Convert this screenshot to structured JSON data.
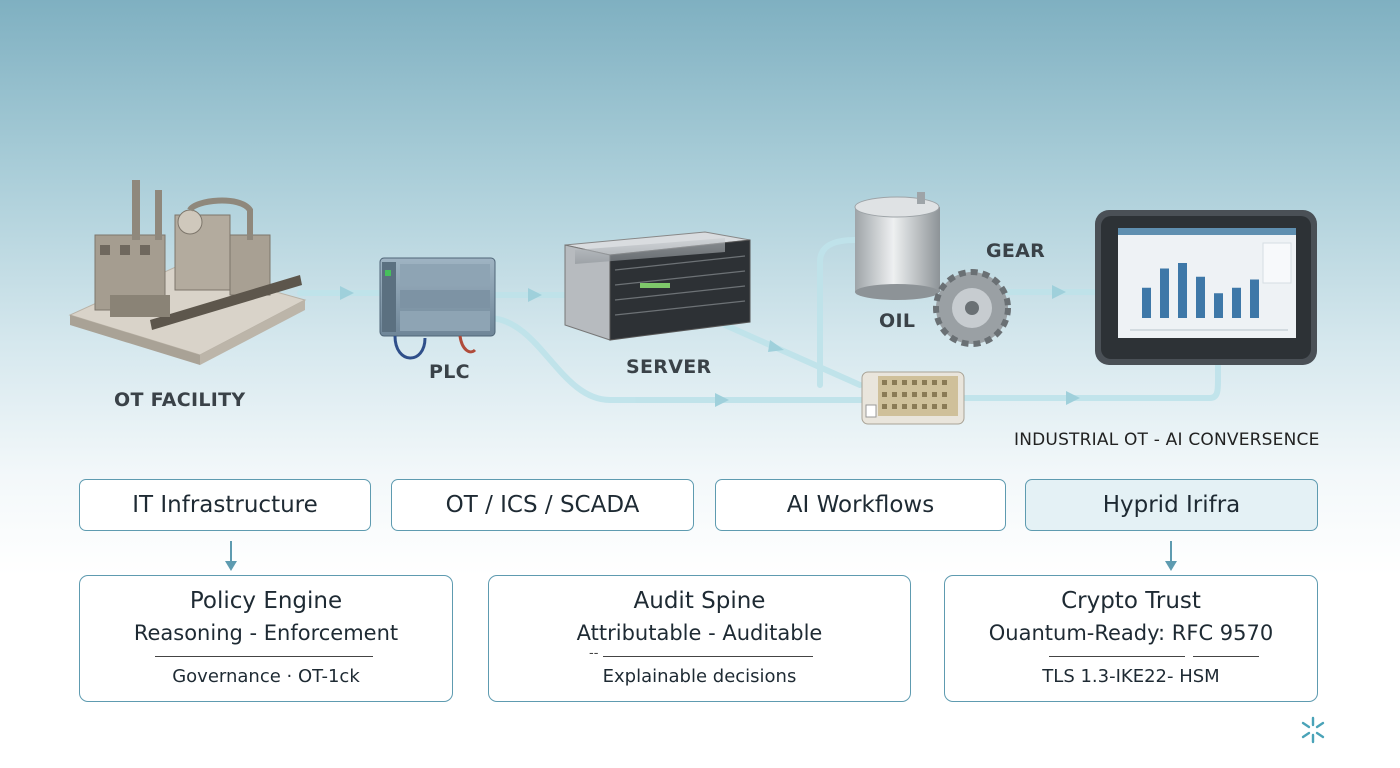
{
  "diagram": {
    "nodes": {
      "ot_facility": "OT FACILITY",
      "plc": "PLC",
      "server": "SERVER",
      "oil": "OIL",
      "gear": "GEAR"
    },
    "caption": "INDUSTRIAL OT - AI CONVERSENCE",
    "chart_bars": [
      0.55,
      0.9,
      1.0,
      0.75,
      0.45,
      0.55,
      0.7
    ]
  },
  "categories": [
    {
      "label": "IT Infrastructure",
      "highlighted": false
    },
    {
      "label": "OT / ICS / SCADA",
      "highlighted": false
    },
    {
      "label": "AI Workflows",
      "highlighted": false
    },
    {
      "label": "Hyprid Irifra",
      "highlighted": true
    }
  ],
  "cards": [
    {
      "title": "Policy Engine",
      "subtitle": "Reasoning - Enforcement",
      "rule_prefix": "",
      "footer": "Governance · OT-1ck"
    },
    {
      "title": "Audit Spine",
      "subtitle": "Attributable - Auditable",
      "rule_prefix": "--",
      "footer": "Explainable decisions"
    },
    {
      "title": "Crypto Trust",
      "subtitle": "Ouantum-Ready: RFC 9570",
      "rule_prefix": "",
      "footer": "TLS 1.3-IKE22- HSM"
    }
  ],
  "colors": {
    "accent": "#5e9bb0",
    "pipe": "#bfe3ea",
    "highlight": "#e4f1f5"
  },
  "icons": [
    "spark-logo-icon"
  ]
}
